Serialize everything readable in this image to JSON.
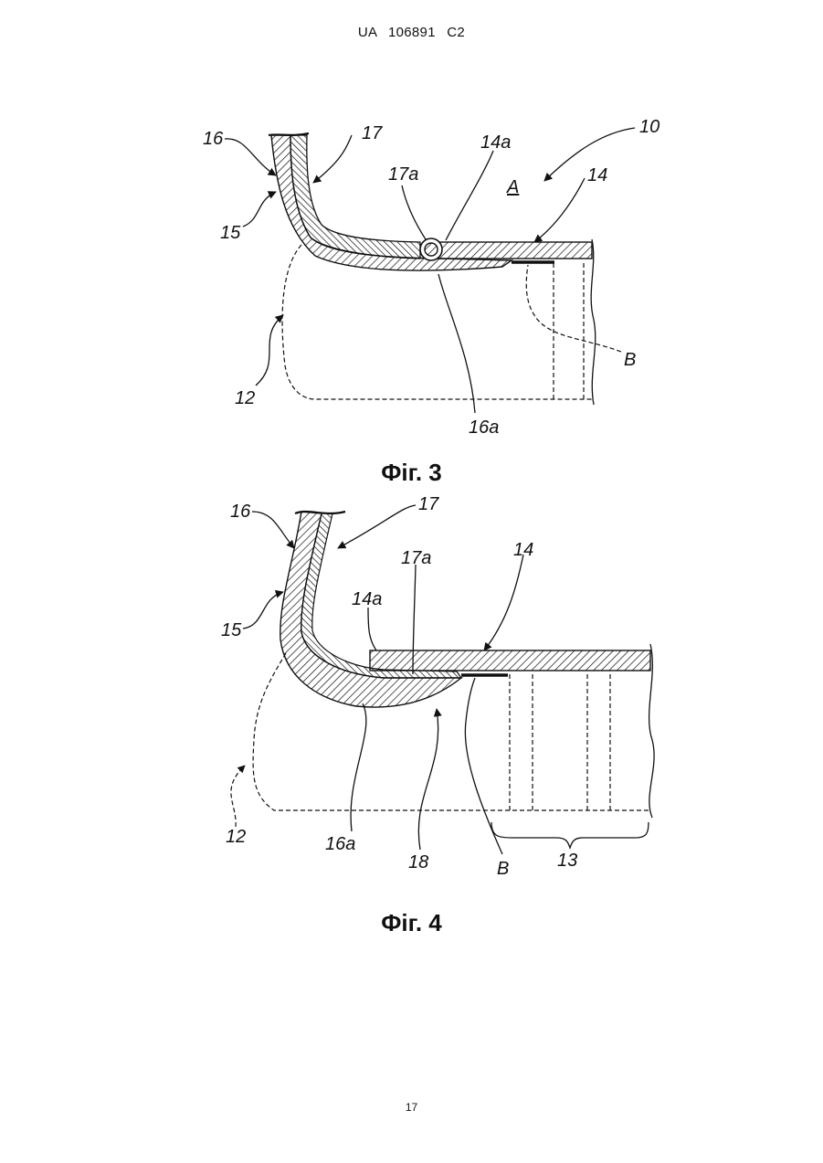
{
  "header": {
    "text": "UA   106891   C2"
  },
  "figure3": {
    "caption": "Фіг. 3",
    "labels": {
      "l16": "16",
      "l17": "17",
      "l15": "15",
      "l17a": "17a",
      "l14a": "14a",
      "lA": "A",
      "l10": "10",
      "l14": "14",
      "l12": "12",
      "l16a": "16a",
      "lB": "B"
    }
  },
  "figure4": {
    "caption": "Фіг. 4",
    "labels": {
      "l16": "16",
      "l17": "17",
      "l15": "15",
      "l14a": "14a",
      "l17a": "17a",
      "l14": "14",
      "l12": "12",
      "l16a": "16a",
      "l18": "18",
      "lB": "B",
      "l13": "13"
    }
  },
  "footer": {
    "page_number": "17"
  }
}
